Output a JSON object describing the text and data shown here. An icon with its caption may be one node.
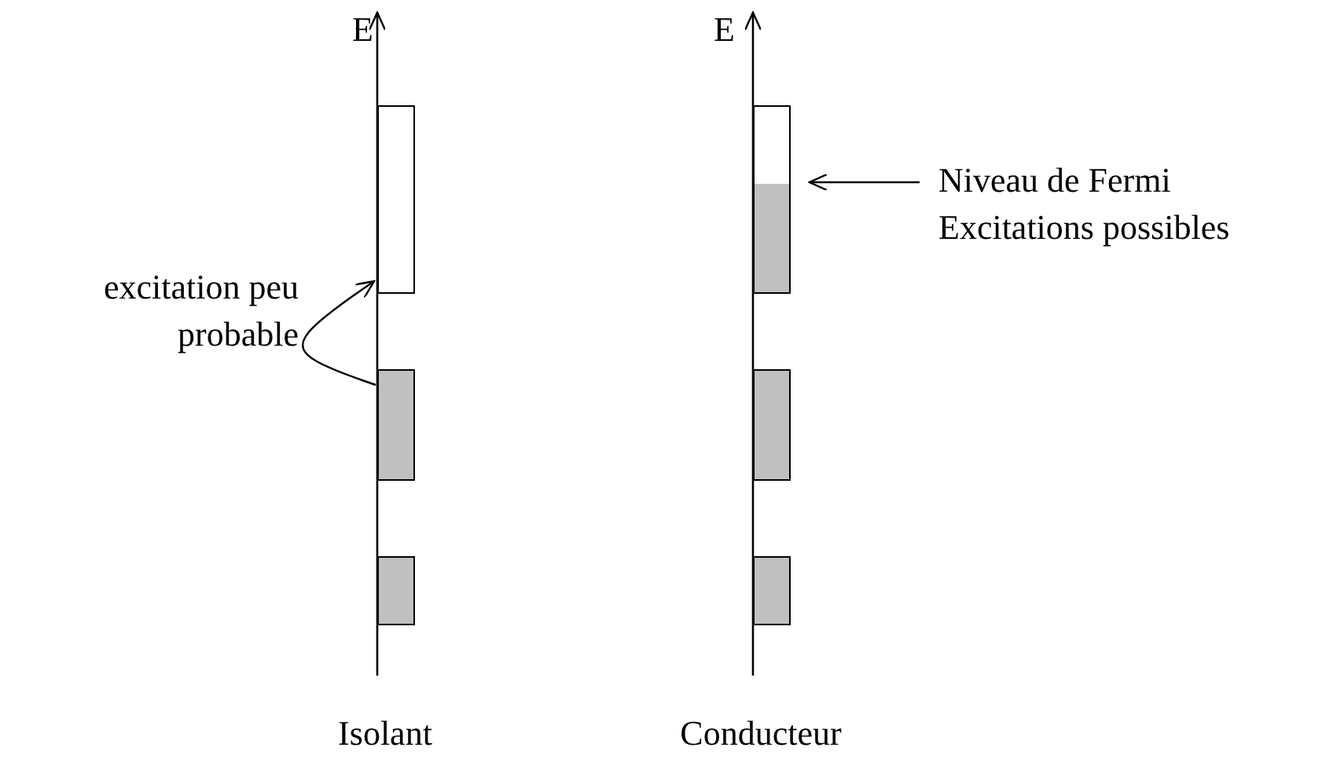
{
  "diagram": {
    "nodes": [
      {
        "text": [],
        "shape": "box"
      },
      {
        "text": [],
        "shape": "bar"
      },
      {
        "text": [],
        "shape": "bar"
      },
      {
        "text": [],
        "shape": "partial"
      },
      {
        "text": [],
        "shape": "bar"
      },
      {
        "text": [],
        "shape": "bar"
      },
      {
        "text": [
          "Niveau de Fermi",
          "Excitations possibles"
        ]
      }
    ],
    "edges": [
      {
        "from": 1,
        "to": 0,
        "arrow": "to",
        "label": "excitation peu probable"
      },
      {
        "from": 6,
        "to": 3,
        "arrow": "to"
      }
    ],
    "labels": [
      "E",
      "E",
      "Isolant",
      "Conducteur"
    ]
  }
}
